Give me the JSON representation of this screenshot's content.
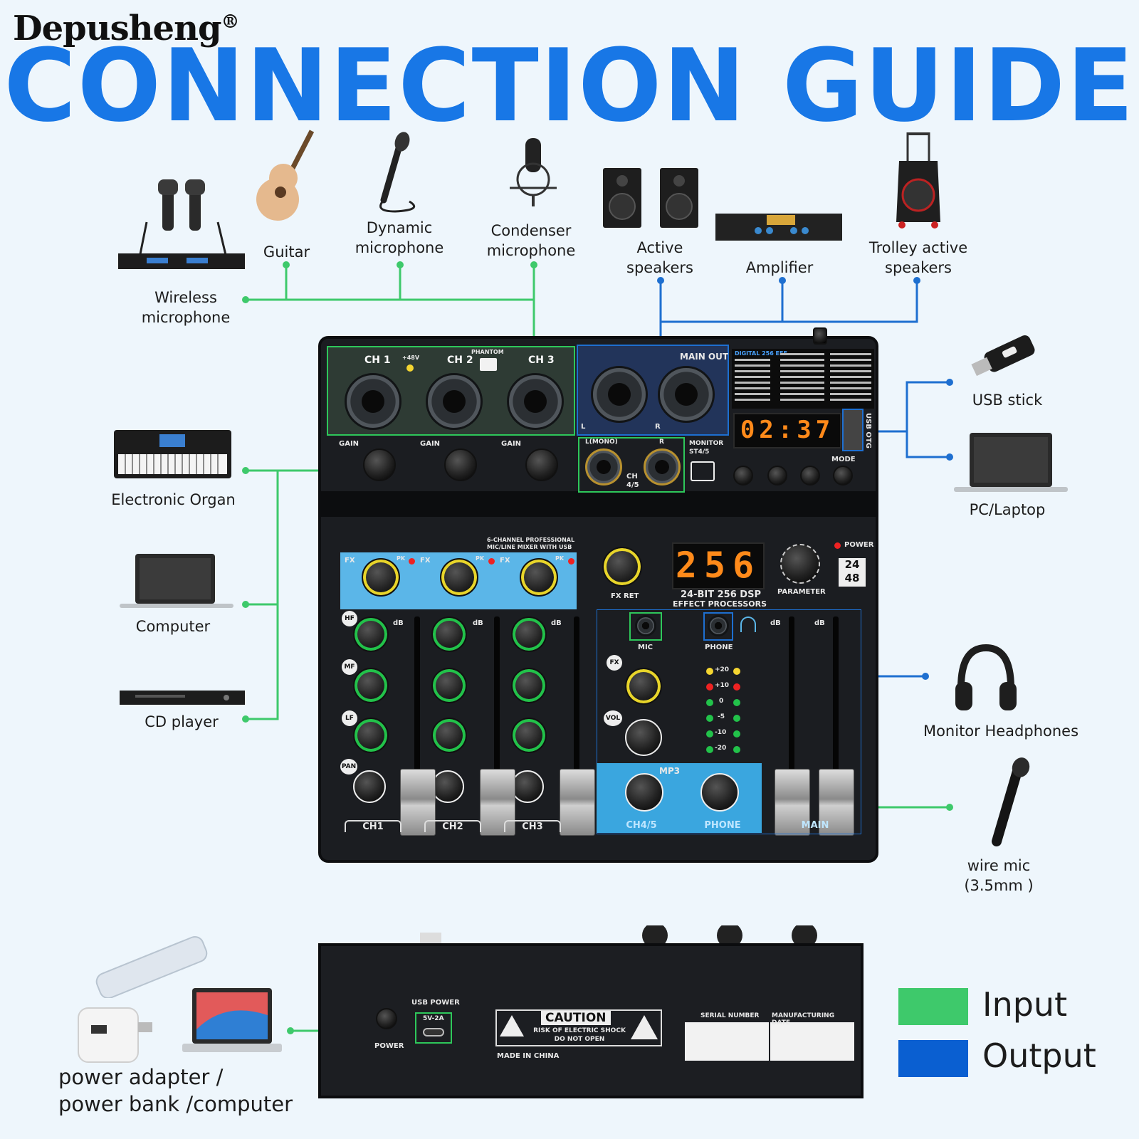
{
  "brand": {
    "name": "Depusheng",
    "mark": "®"
  },
  "title": "CONNECTION GUIDE",
  "devices": {
    "wireless_mic": [
      "Wireless",
      "microphone"
    ],
    "guitar": "Guitar",
    "dynamic_mic": [
      "Dynamic",
      "microphone"
    ],
    "condenser_mic": [
      "Condenser",
      "microphone"
    ],
    "active_speakers": [
      "Active",
      "speakers"
    ],
    "amplifier": "Amplifier",
    "trolley_speakers": [
      "Trolley active",
      "speakers"
    ],
    "usb_stick": "USB stick",
    "pc_laptop": "PC/Laptop",
    "electronic_organ": "Electronic Organ",
    "computer": "Computer",
    "cd_player": "CD player",
    "monitor_headphones": "Monitor Headphones",
    "wire_mic": [
      "wire mic",
      "(3.5mm )"
    ],
    "power": [
      "power adapter /",
      "power bank /computer"
    ]
  },
  "mixer": {
    "channels": [
      "CH 1",
      "CH 2",
      "CH 3"
    ],
    "phantom": "PHANTOM",
    "v48": "+48V",
    "main_out": "MAIN OUT",
    "gain": "GAIN",
    "l_mono": "L(MONO)",
    "r": "R",
    "l": "L",
    "ch45": "CH 4/5",
    "monitor": "MONITOR",
    "st45": "ST4/5",
    "mode": "MODE",
    "usb_otg": "USB OTG",
    "time_display": "02:37",
    "product_line1": "6-CHANNEL PROFESSIONAL",
    "product_line2": "MIC/LINE MIXER WITH USB",
    "fx": "FX",
    "pk": "PK",
    "fx_ret": "FX RET",
    "dsp_display": "256",
    "dsp_line1": "24-BIT 256 DSP",
    "dsp_line2": "EFFECT PROCESSORS",
    "parameter": "PARAMETER",
    "power_lbl": "POWER",
    "badge_top": "24",
    "badge_bot": "48",
    "hf": "HF",
    "mf": "MF",
    "lf": "LF",
    "pan": "PAN",
    "vol": "VOL",
    "db": "dB",
    "mic": "MIC",
    "phone": "PHONE",
    "mp3": "MP3",
    "bottom_labels": [
      "CH1",
      "CH2",
      "CH3",
      "CH4/5",
      "PHONE",
      "MAIN"
    ],
    "meter_levels": [
      "+20",
      "+10",
      "0",
      "-5",
      "-10",
      "-20"
    ],
    "digital_header": "DIGITAL 256 EFF"
  },
  "rear": {
    "usb_power": "USB POWER",
    "usb_rating": "5V-2A",
    "power": "POWER",
    "caution": "CAUTION",
    "caution_l1": "RISK OF ELECTRIC SHOCK",
    "caution_l2": "DO NOT OPEN",
    "made_in": "MADE IN CHINA",
    "serial": "SERIAL NUMBER",
    "mfg_date": "MANUFACTURING DATE"
  },
  "legend": [
    {
      "label": "Input",
      "color": "#3ec96b"
    },
    {
      "label": "Output",
      "color": "#0a5fd1"
    }
  ],
  "colors": {
    "title": "#1877e6",
    "input_line": "#3ec96b",
    "output_line": "#1e6fd0"
  }
}
